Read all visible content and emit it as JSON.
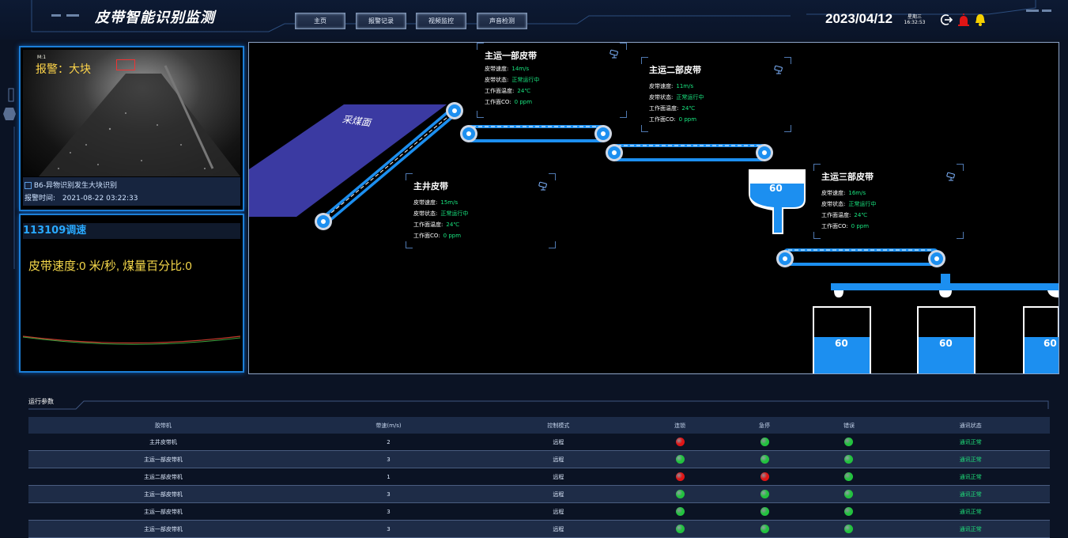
{
  "header": {
    "title": "皮带智能识别监测",
    "nav": [
      "主页",
      "报警记录",
      "视频监控",
      "声音检测"
    ],
    "date": "2023/04/12",
    "weekday": "星期三",
    "time": "16:32:53",
    "icons": [
      "logout-icon",
      "alarm-icon",
      "bell-icon"
    ]
  },
  "camera": {
    "overlay_tag": "M:1",
    "overlay_text": "报警：大块",
    "caption": "B6-异物识别发生大块识别",
    "alarm_time_label": "报警时间:",
    "alarm_time": "2021-08-22 03:22:33"
  },
  "speed_panel": {
    "title": "113109调速",
    "text": "皮带速度:0 米/秒, 煤量百分比:0"
  },
  "diagram": {
    "coal_face_label": "采煤面",
    "bunker_value": "60",
    "silo_values": [
      "60",
      "60",
      "60"
    ],
    "belts": [
      {
        "name": "主运一部皮带",
        "speed_label": "皮带速度:",
        "speed": "14m/s",
        "status_label": "皮带状态:",
        "status": "正常运行中",
        "temp_label": "工作面温度:",
        "temp": "24℃",
        "co_label": "工作面CO:",
        "co": "0 ppm"
      },
      {
        "name": "主运二部皮带",
        "speed_label": "皮带速度:",
        "speed": "11m/s",
        "status_label": "皮带状态:",
        "status": "正常运行中",
        "temp_label": "工作面温度:",
        "temp": "24℃",
        "co_label": "工作面CO:",
        "co": "0 ppm"
      },
      {
        "name": "主井皮带",
        "speed_label": "皮带速度:",
        "speed": "15m/s",
        "status_label": "皮带状态:",
        "status": "正常运行中",
        "temp_label": "工作面温度:",
        "temp": "24℃",
        "co_label": "工作面CO:",
        "co": "0 ppm"
      },
      {
        "name": "主运三部皮带",
        "speed_label": "皮带速度:",
        "speed": "16m/s",
        "status_label": "皮带状态:",
        "status": "正常运行中",
        "temp_label": "工作面温度:",
        "temp": "24℃",
        "co_label": "工作面CO:",
        "co": "0 ppm"
      }
    ]
  },
  "params": {
    "title": "运行参数",
    "columns": [
      "胶带机",
      "带速(m/s)",
      "控制模式",
      "连锁",
      "急停",
      "错误",
      "通讯状态"
    ],
    "rows": [
      {
        "name": "主井皮带机",
        "speed": "2",
        "mode": "远程",
        "lock": "#e01515",
        "estop": "#22c23e",
        "err": "#22c23e",
        "comm": "通讯正常"
      },
      {
        "name": "主运一部皮带机",
        "speed": "3",
        "mode": "远程",
        "lock": "#22c23e",
        "estop": "#22c23e",
        "err": "#22c23e",
        "comm": "通讯正常"
      },
      {
        "name": "主运二部皮带机",
        "speed": "1",
        "mode": "远程",
        "lock": "#e01515",
        "estop": "#e01515",
        "err": "#22c23e",
        "comm": "通讯正常"
      },
      {
        "name": "主运一部皮带机",
        "speed": "3",
        "mode": "远程",
        "lock": "#22c23e",
        "estop": "#22c23e",
        "err": "#22c23e",
        "comm": "通讯正常"
      },
      {
        "name": "主运一部皮带机",
        "speed": "3",
        "mode": "远程",
        "lock": "#22c23e",
        "estop": "#22c23e",
        "err": "#22c23e",
        "comm": "通讯正常"
      },
      {
        "name": "主运一部皮带机",
        "speed": "3",
        "mode": "远程",
        "lock": "#22c23e",
        "estop": "#22c23e",
        "err": "#22c23e",
        "comm": "通讯正常"
      }
    ]
  },
  "colors": {
    "accent": "#1c8ff0",
    "ok": "#1fe07a",
    "alarm": "#e01515"
  }
}
